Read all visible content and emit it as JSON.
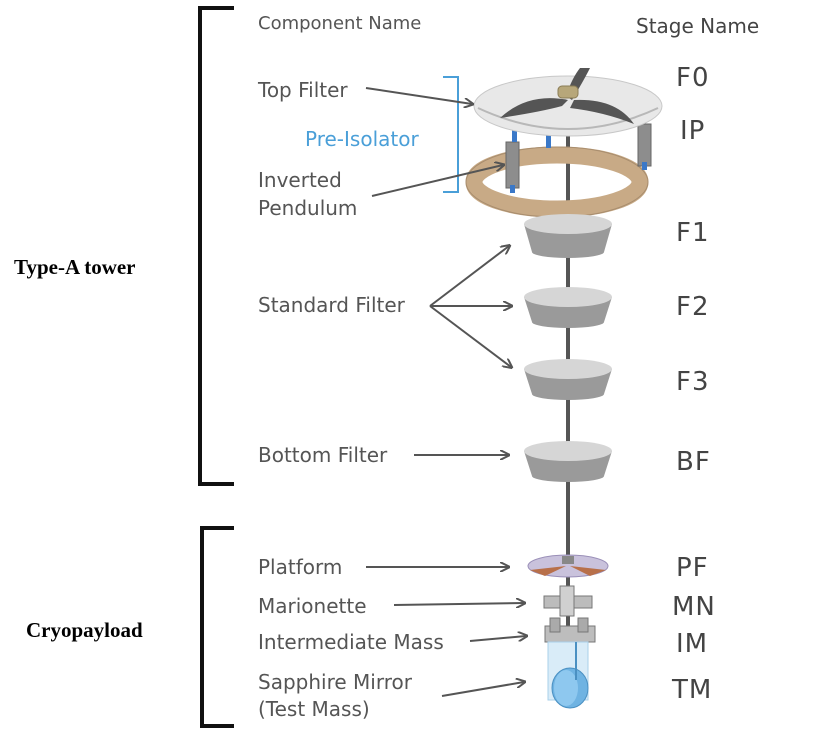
{
  "headers": {
    "component": "Component Name",
    "stage": "Stage Name"
  },
  "groups": {
    "type_a": "Type-A tower",
    "cryo": "Cryopayload"
  },
  "pre_isolator": "Pre-Isolator",
  "components": {
    "top_filter": "Top Filter",
    "inverted_pendulum": [
      "Inverted",
      "Pendulum"
    ],
    "standard_filter": "Standard Filter",
    "bottom_filter": "Bottom Filter",
    "platform": "Platform",
    "marionette": "Marionette",
    "intermediate_mass": "Intermediate Mass",
    "sapphire_mirror": [
      "Sapphire Mirror",
      "(Test Mass)"
    ]
  },
  "stages": {
    "f0": "F0",
    "ip": "IP",
    "f1": "F1",
    "f2": "F2",
    "f3": "F3",
    "bf": "BF",
    "pf": "PF",
    "mn": "MN",
    "im": "IM",
    "tm": "TM"
  },
  "colors": {
    "label": "#555555",
    "pre_isolator": "#4a9fd8",
    "ring": "#c8aa86",
    "filter_top": "#d6d6d6",
    "filter_side": "#9a9a9a"
  }
}
